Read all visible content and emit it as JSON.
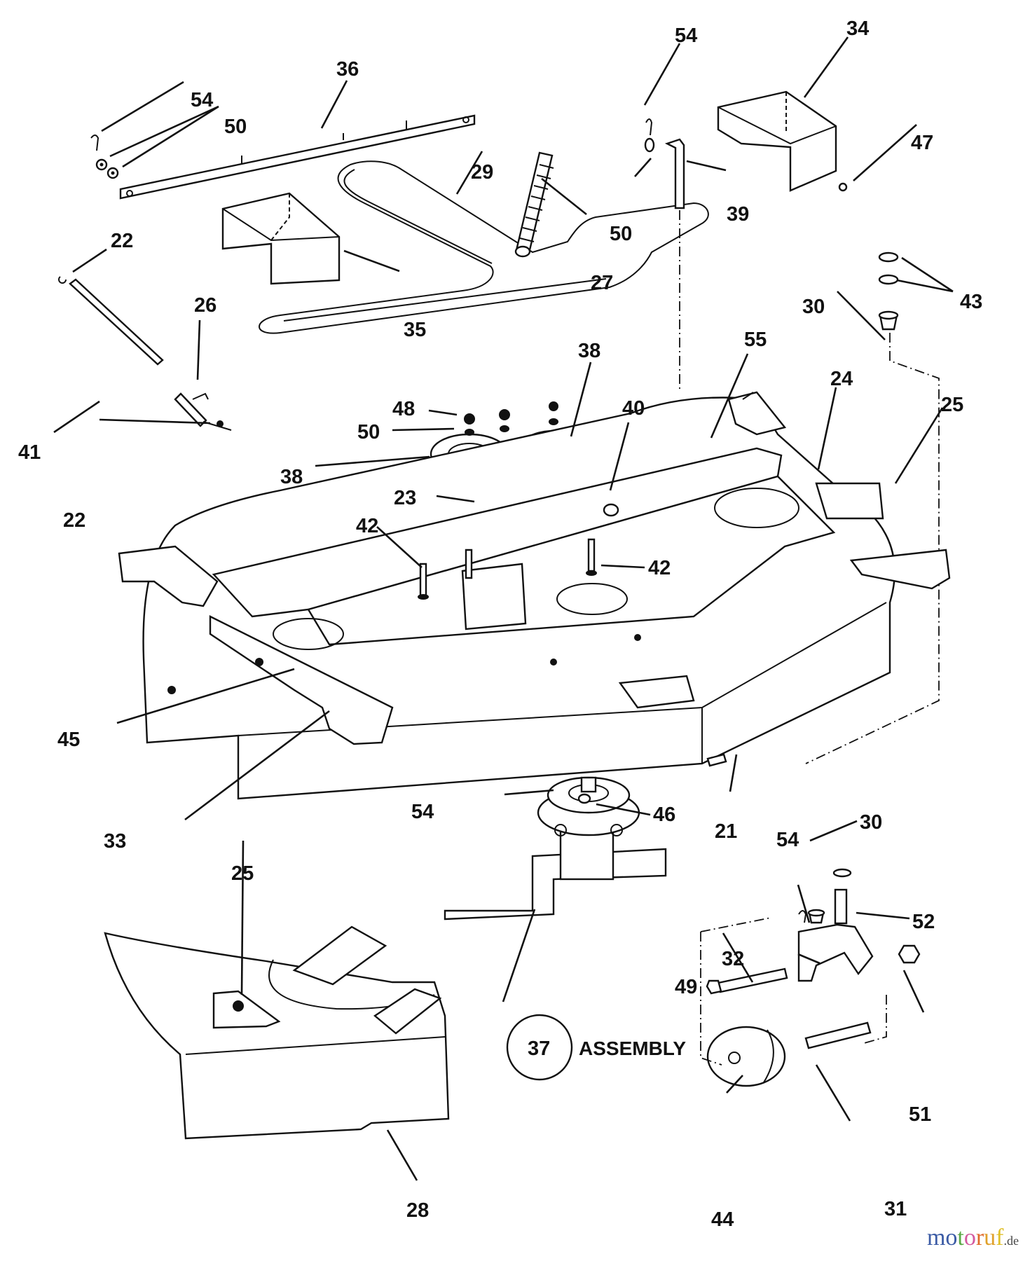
{
  "diagram": {
    "type": "exploded-parts-diagram",
    "subject": "mower deck assembly",
    "callouts": [
      {
        "id": "c54a",
        "label": "54"
      },
      {
        "id": "c50a",
        "label": "50"
      },
      {
        "id": "c36",
        "label": "36"
      },
      {
        "id": "c29",
        "label": "29"
      },
      {
        "id": "c27",
        "label": "27"
      },
      {
        "id": "c54b",
        "label": "54"
      },
      {
        "id": "c50b",
        "label": "50"
      },
      {
        "id": "c39",
        "label": "39"
      },
      {
        "id": "c34",
        "label": "34"
      },
      {
        "id": "c47",
        "label": "47"
      },
      {
        "id": "c35",
        "label": "35"
      },
      {
        "id": "c22a",
        "label": "22"
      },
      {
        "id": "c41",
        "label": "41"
      },
      {
        "id": "c26",
        "label": "26"
      },
      {
        "id": "c22b",
        "label": "22"
      },
      {
        "id": "c48",
        "label": "48"
      },
      {
        "id": "c50c",
        "label": "50"
      },
      {
        "id": "c38a",
        "label": "38"
      },
      {
        "id": "c38b",
        "label": "38"
      },
      {
        "id": "c23",
        "label": "23"
      },
      {
        "id": "c42a",
        "label": "42"
      },
      {
        "id": "c42b",
        "label": "42"
      },
      {
        "id": "c40",
        "label": "40"
      },
      {
        "id": "c55",
        "label": "55"
      },
      {
        "id": "c24",
        "label": "24"
      },
      {
        "id": "c30a",
        "label": "30"
      },
      {
        "id": "c43",
        "label": "43"
      },
      {
        "id": "c25a",
        "label": "25"
      },
      {
        "id": "c45",
        "label": "45"
      },
      {
        "id": "c33",
        "label": "33"
      },
      {
        "id": "c54c",
        "label": "54"
      },
      {
        "id": "c46",
        "label": "46"
      },
      {
        "id": "c21",
        "label": "21"
      },
      {
        "id": "c30b",
        "label": "30"
      },
      {
        "id": "c54d",
        "label": "54"
      },
      {
        "id": "c52",
        "label": "52"
      },
      {
        "id": "c25b",
        "label": "25"
      },
      {
        "id": "c32",
        "label": "32"
      },
      {
        "id": "c49",
        "label": "49"
      },
      {
        "id": "c51",
        "label": "51"
      },
      {
        "id": "c28",
        "label": "28"
      },
      {
        "id": "c44",
        "label": "44"
      },
      {
        "id": "c31",
        "label": "31"
      }
    ],
    "assembly": {
      "number": "37",
      "label": "ASSEMBLY"
    }
  },
  "watermark": {
    "text": "motoruf",
    "suffix": ".de",
    "letters": [
      "m",
      "o",
      "t",
      "o",
      "r",
      "u",
      "f"
    ],
    "colors": [
      "#3b5ba5",
      "#3b5ba5",
      "#5aa845",
      "#d45aa0",
      "#e06a2a",
      "#e0a02a",
      "#e0c02a"
    ]
  }
}
